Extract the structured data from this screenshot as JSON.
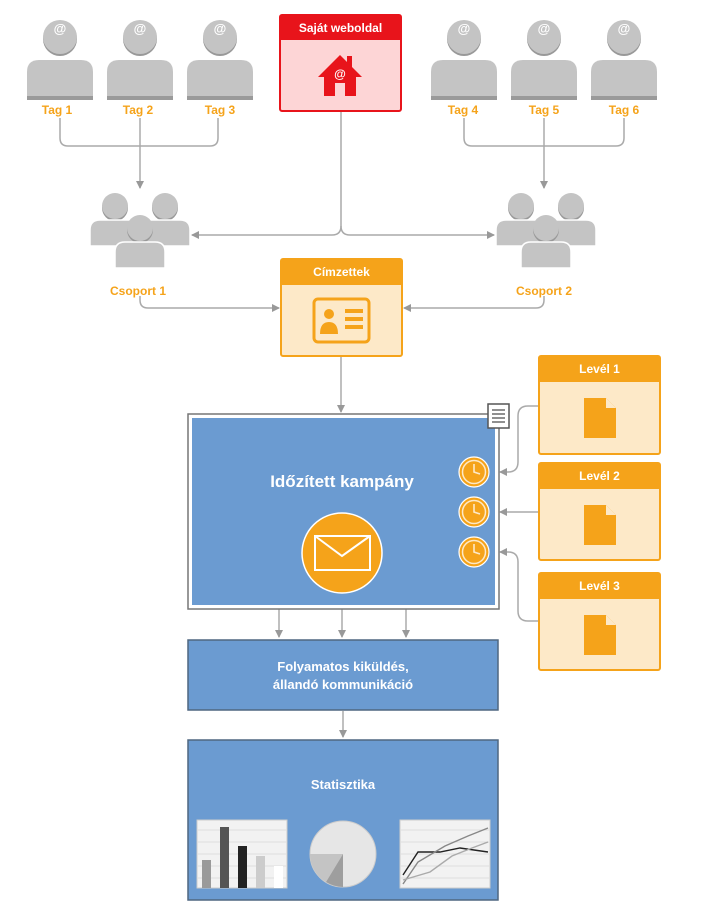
{
  "website": {
    "label": "Saját weboldal",
    "at_symbol": "@"
  },
  "members": [
    {
      "label": "Tag 1",
      "symbol": "@"
    },
    {
      "label": "Tag 2",
      "symbol": "@"
    },
    {
      "label": "Tag 3",
      "symbol": "@"
    },
    {
      "label": "Tag 4",
      "symbol": "@"
    },
    {
      "label": "Tag 5",
      "symbol": "@"
    },
    {
      "label": "Tag 6",
      "symbol": "@"
    }
  ],
  "groups": [
    {
      "label": "Csoport 1"
    },
    {
      "label": "Csoport 2"
    }
  ],
  "recipients": {
    "label": "Címzettek"
  },
  "letters": [
    {
      "label": "Levél 1"
    },
    {
      "label": "Levél 2"
    },
    {
      "label": "Levél 3"
    }
  ],
  "campaign": {
    "title": "Időzített kampány"
  },
  "delivery": {
    "line1": "Folyamatos kiküldés,",
    "line2": "állandó kommunikáció"
  },
  "statistics": {
    "title": "Statisztika"
  },
  "colors": {
    "orange": "#f5a31a",
    "orange_light": "#fde9c8",
    "red": "#e8141b",
    "red_light": "#fdd5d6",
    "blue": "#6b9bd1",
    "blue_dark": "#4f6780",
    "gray_icon": "#b3b3b3",
    "connector": "#aaaaaa"
  },
  "icons": [
    "user-at-icon",
    "house-at-icon",
    "group-icon",
    "contact-card-icon",
    "document-icon",
    "clock-icon",
    "envelope-icon",
    "bar-chart-icon",
    "pie-chart-icon",
    "line-chart-icon",
    "note-icon"
  ]
}
